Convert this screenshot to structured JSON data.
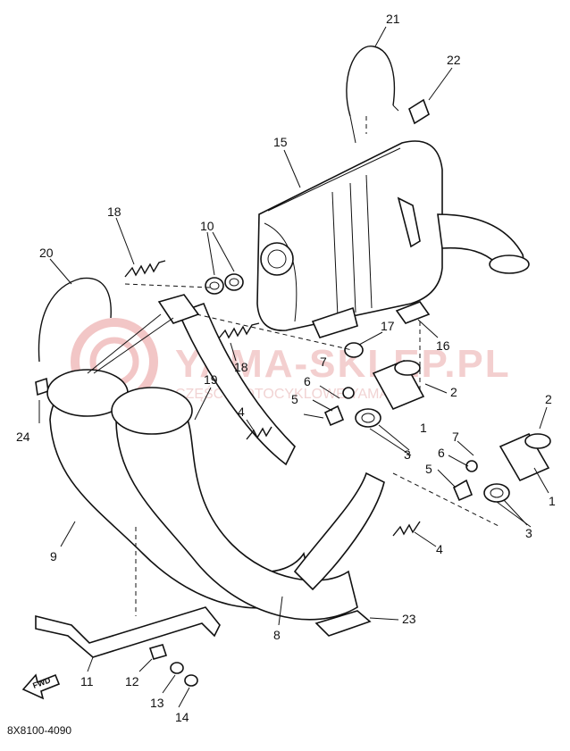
{
  "diagram": {
    "code": "8X8100-4090",
    "watermark": {
      "brand": "YAMA-SKLEP.PL",
      "subtitle": "CZĘŚCI MOTOCYKLOWE YAMAHA"
    },
    "fwd_label": "FWD",
    "colors": {
      "ink": "#111111",
      "watermark": "#f0c8c8"
    },
    "callouts": [
      "21",
      "22",
      "15",
      "18",
      "10",
      "20",
      "17",
      "16",
      "7",
      "6",
      "5",
      "2",
      "1",
      "19",
      "18",
      "4",
      "3",
      "24",
      "2",
      "7",
      "6",
      "5",
      "1",
      "3",
      "9",
      "4",
      "8",
      "23",
      "11",
      "12",
      "13",
      "14"
    ]
  }
}
